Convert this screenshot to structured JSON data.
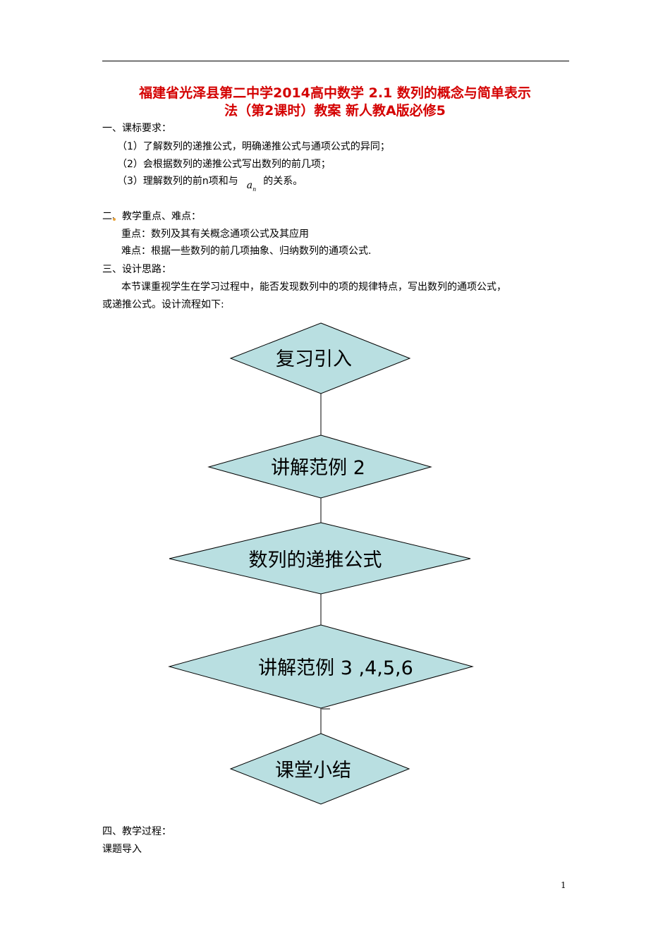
{
  "title": {
    "line1": "福建省光泽县第二中学2014高中数学 2.1 数列的概念与简单表示",
    "line2": "法（第2课时）教案 新人教A版必修5"
  },
  "section1": {
    "heading": "一、课标要求：",
    "item1": "（1）了解数列的递推公式，明确递推公式与通项公式的异同；",
    "item2": "（2）会根据数列的递推公式写出数列的前几项；",
    "item3_before": "（3）理解数列的前n项和与",
    "item3_symbol": "a",
    "item3_sub": "n",
    "item3_after": "的关系。"
  },
  "section2": {
    "heading": "二、教学重点、难点：",
    "key": "重点：数列及其有关概念通项公式及其应用",
    "difficulty": "难点：根据一些数列的前几项抽象、归纳数列的通项公式."
  },
  "section3": {
    "heading": "三、设计思路：",
    "para_line1": "本节课重视学生在学习过程中，能否发现数列中的项的规律特点，写出数列的通项公式，",
    "para_line2": "或递推公式。设计流程如下:"
  },
  "flowchart": {
    "fill": "#b9dfe1",
    "steps": [
      "复习引入",
      "讲解范例  2",
      "数列的递推公式",
      "讲解范例  3 ,4,5,6",
      "课堂小结"
    ]
  },
  "section4": {
    "heading": "四、教学过程：",
    "sub": "课题导入"
  },
  "page_number": "1"
}
